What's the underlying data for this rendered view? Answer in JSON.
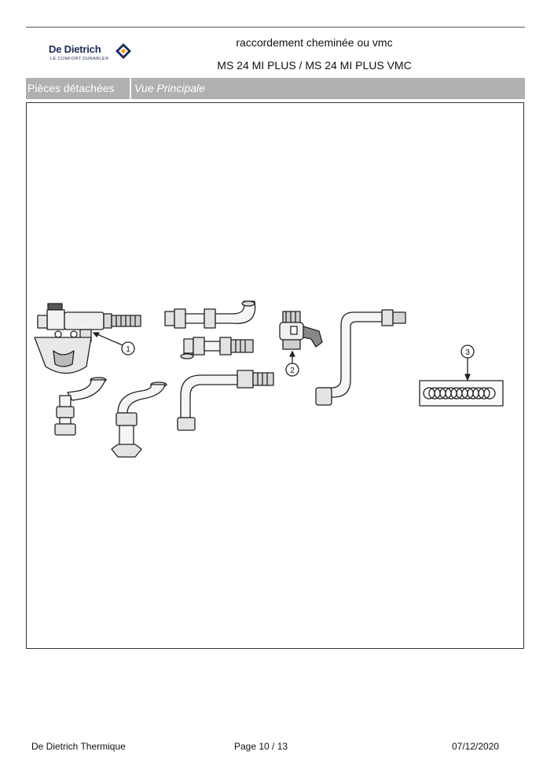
{
  "header": {
    "logo": {
      "name": "De Dietrich",
      "tagline": "LE CONFORT DURABLE®"
    },
    "title_line1": "raccordement cheminée ou vmc",
    "title_line2": "MS 24 MI PLUS / MS 24 MI PLUS VMC"
  },
  "section": {
    "label": "Pièces détachées",
    "view": "Vue Principale",
    "bar_color": "#b0b0b0"
  },
  "figure": {
    "callouts": [
      "1",
      "2",
      "3"
    ]
  },
  "footer": {
    "company": "De Dietrich Thermique",
    "page": "Page 10  /  13",
    "date": "07/12/2020"
  }
}
